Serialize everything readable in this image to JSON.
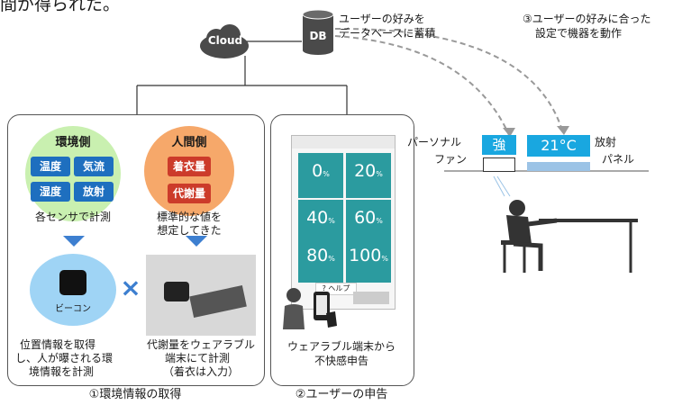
{
  "top_fragment": "間が得られた。",
  "cloud_label": "Cloud",
  "db_label": "DB",
  "db_note": [
    "ユーザーの好みを",
    "データベースに蓄積"
  ],
  "action_note": [
    "③ユーザーの好みに合った",
    "設定で機器を動作"
  ],
  "env_panel": {
    "title": "環境側",
    "chips": [
      "温度",
      "気流",
      "湿度",
      "放射"
    ],
    "caption": "各センサで計測"
  },
  "human_panel": {
    "title": "人間側",
    "chips": [
      "着衣量",
      "代謝量"
    ],
    "caption": [
      "標準的な値を",
      "想定してきた"
    ]
  },
  "beacon_label": "ビーコン",
  "cross_mark": "×",
  "env_desc": [
    "位置情報を取得",
    "し、人が曝される環",
    "境情報を計測"
  ],
  "human_desc": [
    "代謝量をウェアラブル",
    "端末にて計測",
    "（着衣は入力）"
  ],
  "section1_label": "①環境情報の取得",
  "section2_label": "②ユーザーの申告",
  "app": {
    "tiles": [
      {
        "value": "0",
        "unit": "%"
      },
      {
        "value": "20",
        "unit": "%"
      },
      {
        "value": "40",
        "unit": "%"
      },
      {
        "value": "60",
        "unit": "%"
      },
      {
        "value": "80",
        "unit": "%"
      },
      {
        "value": "100",
        "unit": "%"
      }
    ],
    "help_label": "? ヘルプ"
  },
  "wearable_desc": [
    "ウェアラブル端末から",
    "不快感申告"
  ],
  "fan_label": [
    "パーソナル",
    "ファン"
  ],
  "fan_setting": "強",
  "panel_label": [
    "放射",
    "パネル"
  ],
  "panel_setting": "21°C",
  "colors": {
    "cloud": "#4a4a4a",
    "env_circle": "#c9f0b0",
    "human_circle": "#f6a86a",
    "beacon": "#9fd4f5",
    "teal": "#2b9b9f",
    "accent_blue": "#3d7fd0",
    "setting_blue": "#19a7e0"
  }
}
